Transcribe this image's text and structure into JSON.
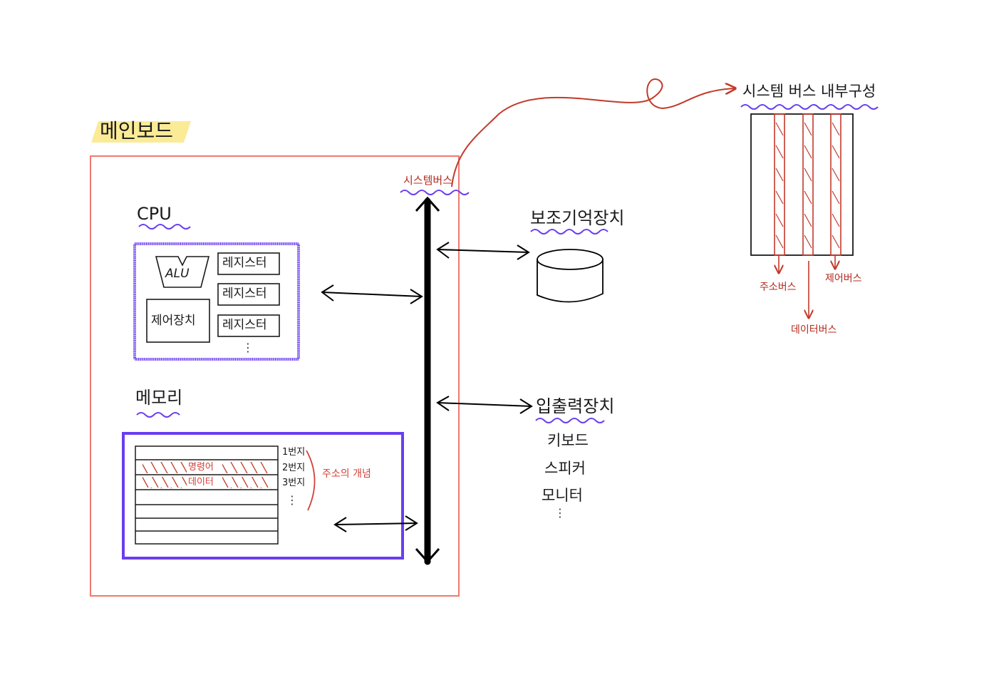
{
  "mainboard": {
    "title": "메인보드",
    "cpu": {
      "title": "CPU",
      "alu": "ALU",
      "control_unit": "제어장치",
      "registers": [
        "레지스터",
        "레지스터",
        "레지스터"
      ],
      "more": "⋮"
    },
    "memory": {
      "title": "메모리",
      "row_instruction": "명령어",
      "row_data": "데이터",
      "addresses": [
        "1번지",
        "2번지",
        "3번지"
      ],
      "more": "⋮",
      "address_concept": "주소의 개념"
    },
    "system_bus": "시스템버스"
  },
  "secondary_storage": {
    "title": "보조기억장치"
  },
  "io_devices": {
    "title": "입출력장치",
    "items": [
      "키보드",
      "스피커",
      "모니터"
    ],
    "more": "⋮"
  },
  "bus_internal": {
    "title": "시스템 버스 내부구성",
    "address_bus": "주소버스",
    "data_bus": "데이터버스",
    "control_bus": "제어버스"
  },
  "colors": {
    "mainboard_border": "#ee7a6e",
    "highlight": "#fbe98c",
    "purple": "#6a3ef0",
    "bus_red": "#c23a2a",
    "text": "#1a1a1a"
  }
}
